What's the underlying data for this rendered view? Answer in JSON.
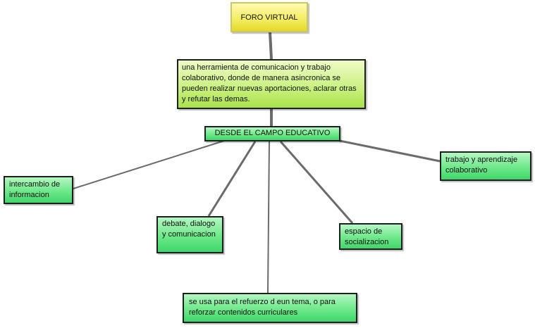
{
  "title": "FORO VIRTUAL",
  "definition": "una herramienta de comunicacion y trabajo colaborativo, donde de manera asincronica se pueden realizar nuevas aportaciones, aclarar otras y refutar las demas.",
  "context": "DESDE EL CAMPO EDUCATIVO",
  "branches": {
    "intercambio": "intercambio de informacion",
    "debate": "debate, dialogo y comunicacion",
    "refuerzo": "se usa para el refuerzo d eun tema, o para reforzar contenidos curriculares",
    "socializacion": "espacio de socializacion",
    "colaborativo": "trabajo y aprendizaje colaborativo"
  },
  "colors": {
    "title_fill": "#f3ec5e",
    "definition_fill": "#c9f07e",
    "branch_fill": "#6ee88a",
    "connector": "#6b6b6b"
  }
}
